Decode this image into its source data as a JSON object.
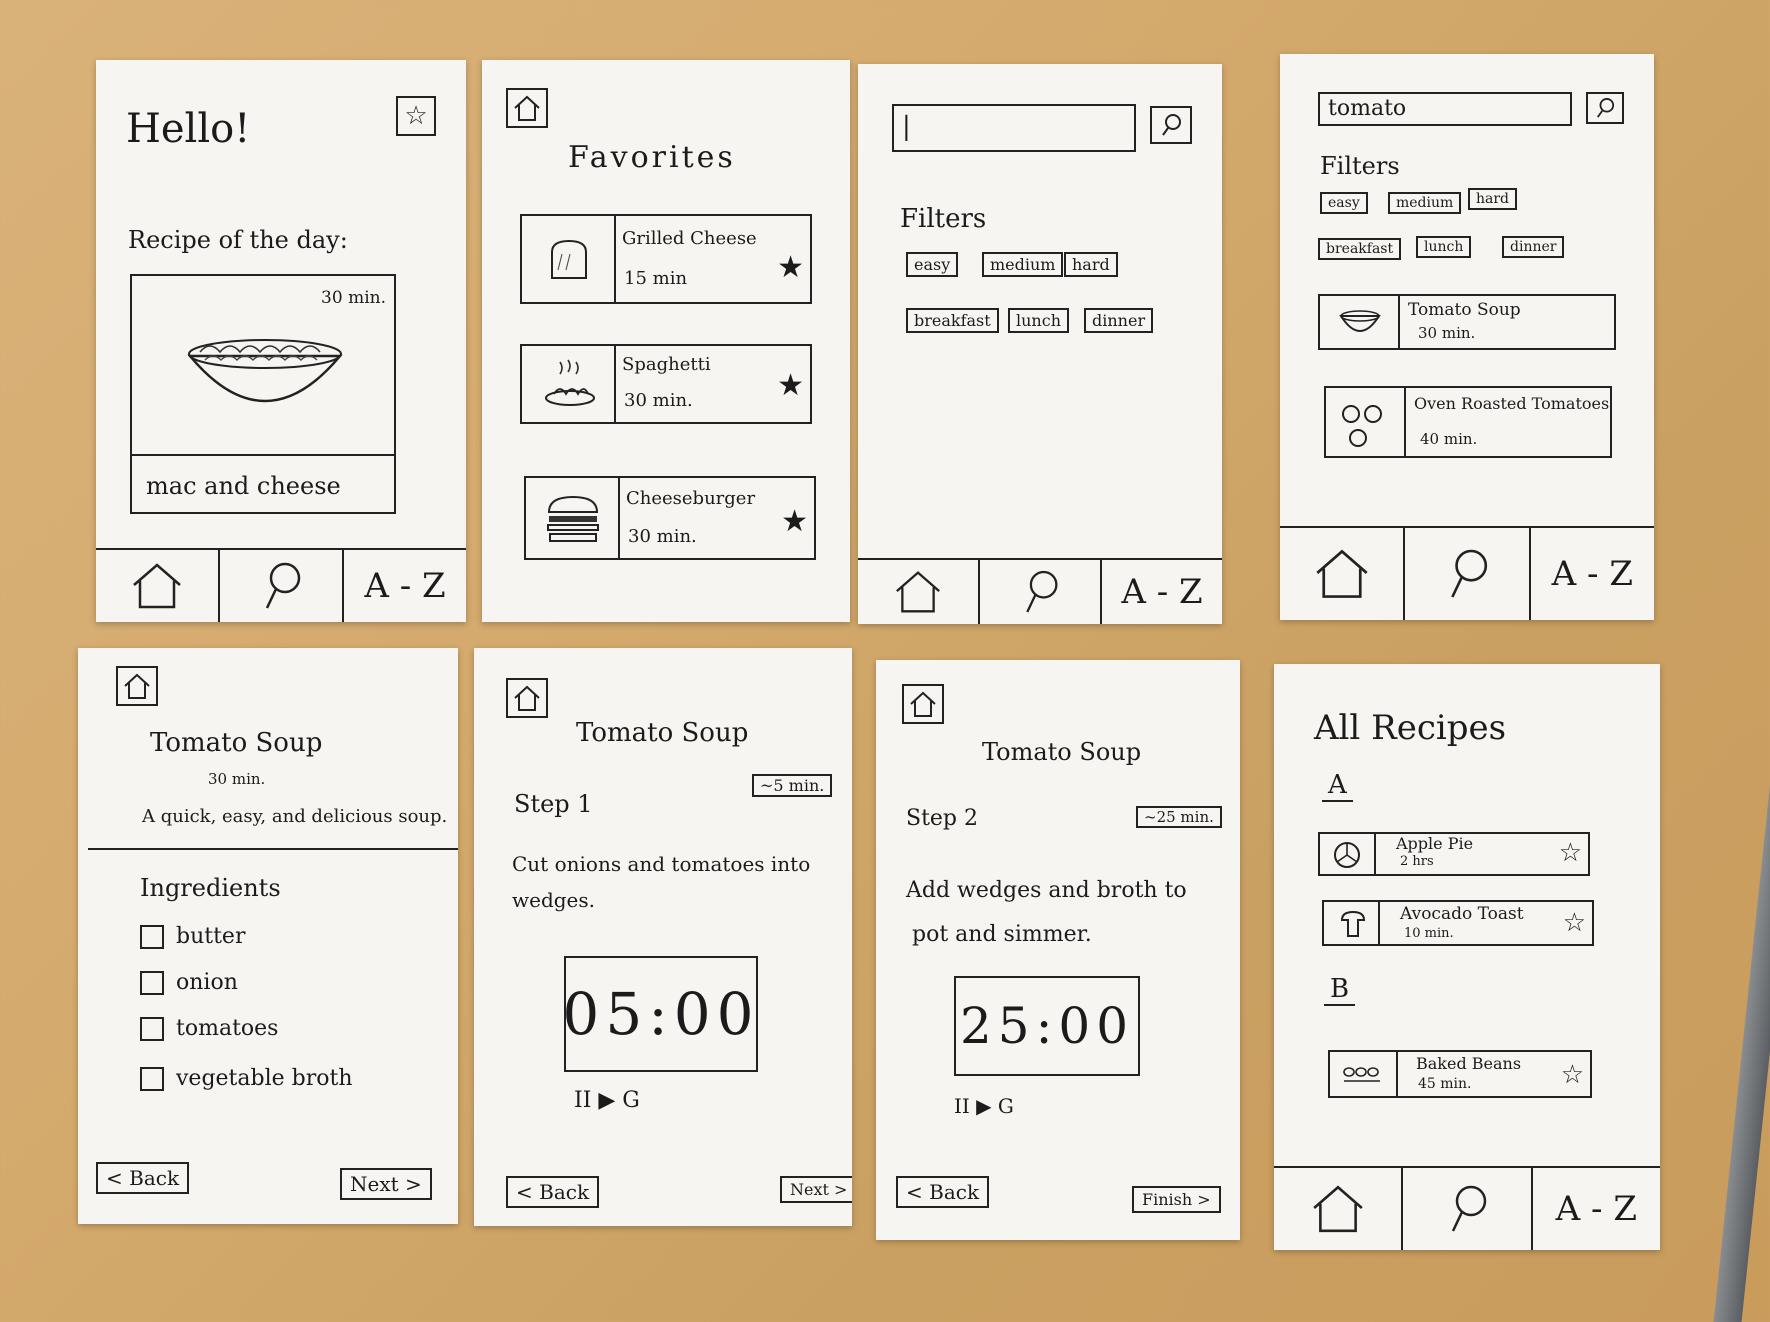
{
  "home": {
    "greeting": "Hello!",
    "recipe_of_day_label": "Recipe of the day:",
    "recipe_time": "30 min.",
    "recipe_name": "mac and cheese",
    "tab_home": "",
    "tab_search": "",
    "tab_az": "A - Z"
  },
  "favorites": {
    "title": "Favorites",
    "items": [
      {
        "name": "Grilled Cheese",
        "time": "15 min"
      },
      {
        "name": "Spaghetti",
        "time": "30 min."
      },
      {
        "name": "Cheeseburger",
        "time": "30 min."
      }
    ]
  },
  "search": {
    "input_value": "|",
    "filters_label": "Filters",
    "filters_row1": [
      "easy",
      "medium",
      "hard"
    ],
    "filters_row2": [
      "breakfast",
      "lunch",
      "dinner"
    ],
    "tab_az": "A - Z"
  },
  "search_results": {
    "input_value": "tomato",
    "filters_label": "Filters",
    "filters_row1": [
      "easy",
      "medium",
      "hard"
    ],
    "filters_row2": [
      "breakfast",
      "lunch",
      "dinner"
    ],
    "results": [
      {
        "name": "Tomato Soup",
        "time": "30 min."
      },
      {
        "name": "Oven Roasted Tomatoes",
        "time": "40 min."
      }
    ],
    "tab_az": "A - Z"
  },
  "recipe_detail": {
    "title": "Tomato Soup",
    "time": "30 min.",
    "description": "A quick, easy, and delicious soup.",
    "ingredients_label": "Ingredients",
    "ingredients": [
      "butter",
      "onion",
      "tomatoes",
      "vegetable broth"
    ],
    "back_label": "< Back",
    "next_label": "Next >"
  },
  "step1": {
    "title": "Tomato Soup",
    "step_label": "Step 1",
    "duration": "~5 min.",
    "instruction_line1": "Cut onions and tomatoes into",
    "instruction_line2": "wedges.",
    "timer": "05:00",
    "controls": "II  ▶  G",
    "back_label": "< Back",
    "next_label": "Next >"
  },
  "step2": {
    "title": "Tomato Soup",
    "step_label": "Step 2",
    "duration": "~25 min.",
    "instruction_line1": "Add wedges and broth to",
    "instruction_line2": "pot and simmer.",
    "timer": "25:00",
    "controls": "II  ▶  G",
    "back_label": "< Back",
    "finish_label": "Finish >"
  },
  "all_recipes": {
    "title": "All Recipes",
    "section_a": "A",
    "section_b": "B",
    "a_items": [
      {
        "name": "Apple Pie",
        "time": "2 hrs"
      },
      {
        "name": "Avocado Toast",
        "time": "10 min."
      }
    ],
    "b_items": [
      {
        "name": "Baked Beans",
        "time": "45 min."
      }
    ],
    "tab_az": "A - Z"
  },
  "icons": {
    "star": "★",
    "star_outline": "☆",
    "home": "⌂",
    "search": "⚲"
  }
}
